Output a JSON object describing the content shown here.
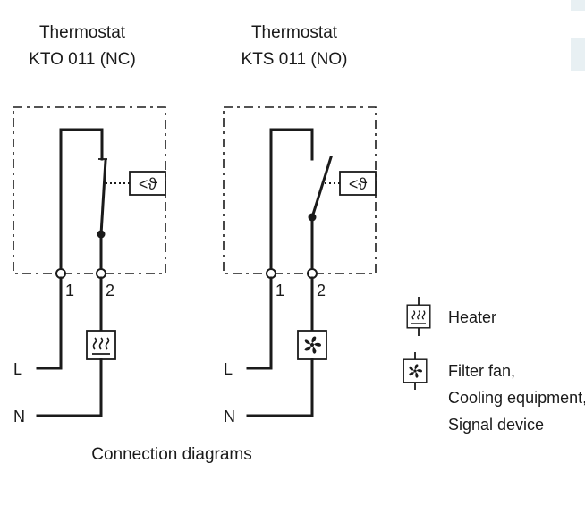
{
  "diagrams": [
    {
      "title_line1": "Thermostat",
      "title_line2": "KTO 011 (NC)",
      "terminal_1": "1",
      "terminal_2": "2",
      "sensor_symbol": "<ϑ",
      "load_icon": "heater-icon",
      "line_label": "L",
      "neutral_label": "N"
    },
    {
      "title_line1": "Thermostat",
      "title_line2": "KTS 011 (NO)",
      "terminal_1": "1",
      "terminal_2": "2",
      "sensor_symbol": "<ϑ",
      "load_icon": "fan-icon",
      "line_label": "L",
      "neutral_label": "N"
    }
  ],
  "legend": {
    "heater": {
      "icon": "heater-icon",
      "label": "Heater"
    },
    "fan": {
      "icon": "fan-icon",
      "label_line1": "Filter fan,",
      "label_line2": "Cooling equipment,",
      "label_line3": "Signal device"
    }
  },
  "caption": "Connection diagrams"
}
